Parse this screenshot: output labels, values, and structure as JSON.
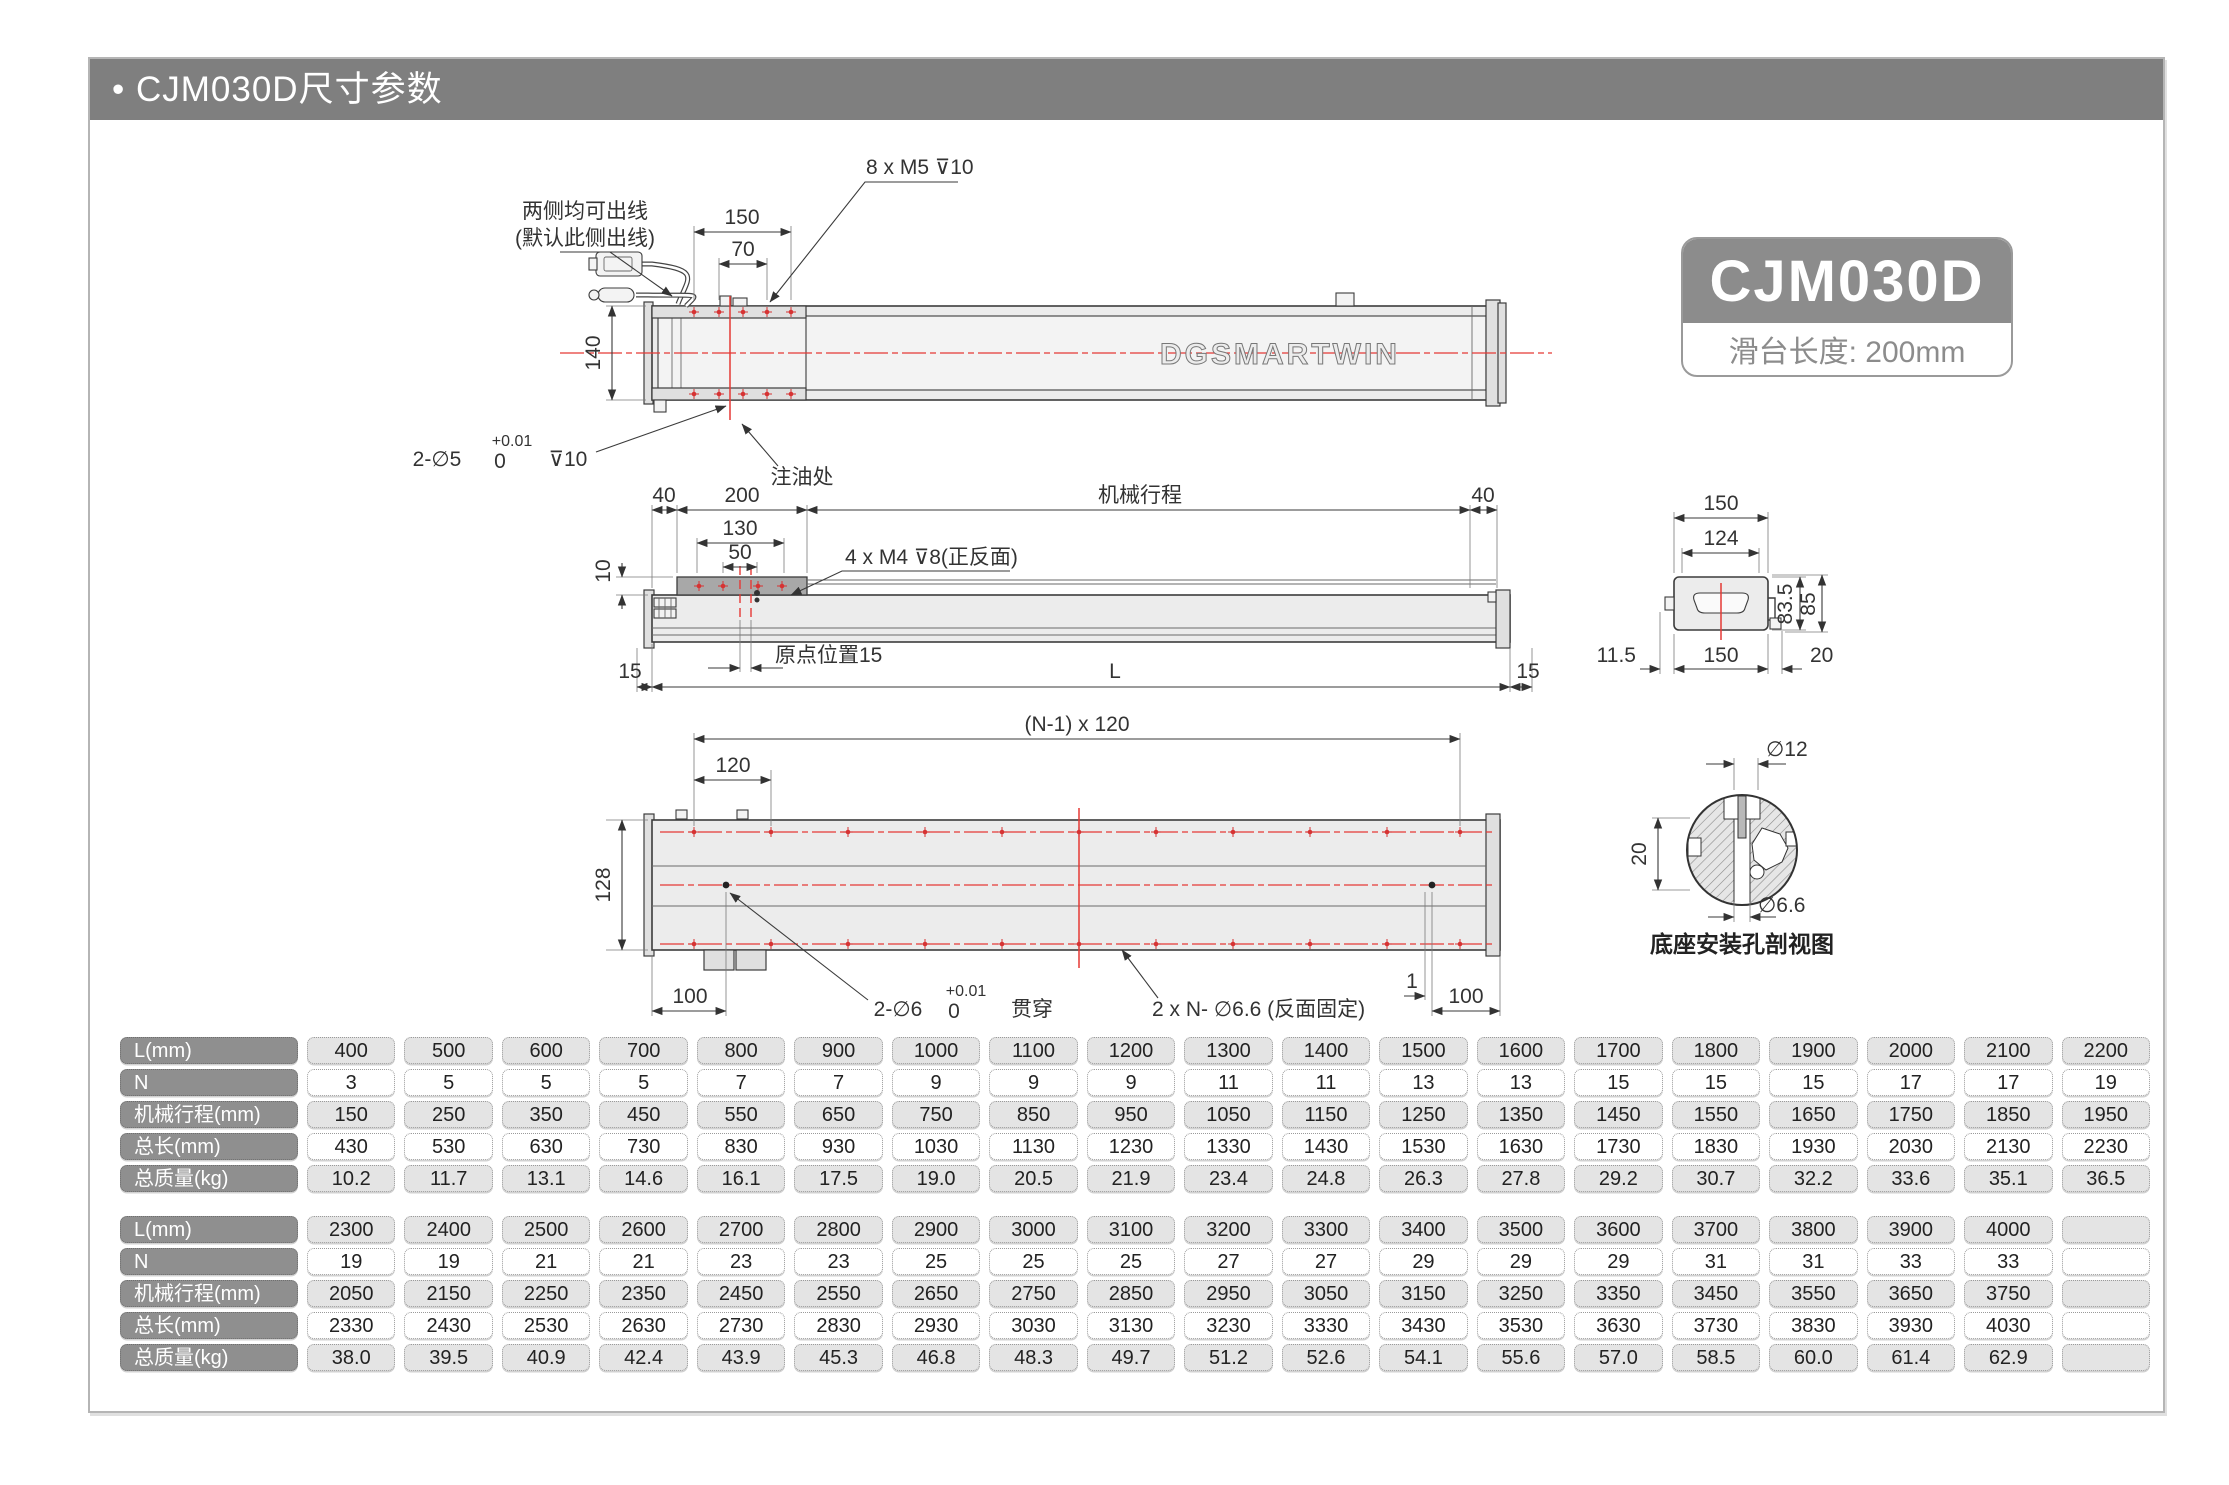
{
  "colors": {
    "accent_red": "#e53935",
    "titlebar_gray": "#7f7f7f",
    "badge_gray": "#8c8c8c",
    "row_label_gray": "#8f8f8f",
    "shaded_cell": "#e4e4e4",
    "line_dark": "#3c3c3c"
  },
  "page": {
    "title": "• CJM030D尺寸参数"
  },
  "badge": {
    "model": "CJM030D",
    "subtitle": "滑台长度: 200mm"
  },
  "drawing": {
    "logo": "DGSMARTWIN",
    "top_view": {
      "note1": "两侧均可出线",
      "note2": "(默认此侧出线)",
      "dim_150": "150",
      "dim_70": "70",
      "thread": "8 x M5  ⊽10",
      "dim_140": "140",
      "hole": "2-∅5",
      "tol_up": "+0.01",
      "tol_dn": "0",
      "depth": "⊽10",
      "oil": "注油处"
    },
    "side_view": {
      "dim_40l": "40",
      "dim_200": "200",
      "stroke": "机械行程",
      "dim_40r": "40",
      "dim_130": "130",
      "dim_50": "50",
      "dim_10": "10",
      "thread": "4 x M4  ⊽8(正反面)",
      "origin": "原点位置15",
      "dim_15l": "15",
      "dim_L": "L",
      "dim_15r": "15"
    },
    "end_view": {
      "dim_150t": "150",
      "dim_124": "124",
      "dim_835": "83.5",
      "dim_85": "85",
      "dim_115": "11.5",
      "dim_150b": "150",
      "dim_20": "20"
    },
    "bottom_view": {
      "span": "(N-1) x 120",
      "dim_120": "120",
      "dim_128": "128",
      "dim_100l": "100",
      "hole": "2-∅6",
      "tol_up": "+0.01",
      "tol_dn": "0",
      "through": "贯穿",
      "holes": "2 x N- ∅6.6 (反面固定)",
      "dim_1": "1",
      "dim_100r": "100"
    },
    "section_detail": {
      "dia12": "∅12",
      "dim_20": "20",
      "dia66": "∅6.6",
      "caption": "底座安装孔剖视图"
    }
  },
  "tables": [
    {
      "rows": [
        {
          "label": "L(mm)",
          "values": [
            "400",
            "500",
            "600",
            "700",
            "800",
            "900",
            "1000",
            "1100",
            "1200",
            "1300",
            "1400",
            "1500",
            "1600",
            "1700",
            "1800",
            "1900",
            "2000",
            "2100",
            "2200"
          ]
        },
        {
          "label": "N",
          "values": [
            "3",
            "5",
            "5",
            "5",
            "7",
            "7",
            "9",
            "9",
            "9",
            "11",
            "11",
            "13",
            "13",
            "15",
            "15",
            "15",
            "17",
            "17",
            "19"
          ]
        },
        {
          "label": "机械行程(mm)",
          "values": [
            "150",
            "250",
            "350",
            "450",
            "550",
            "650",
            "750",
            "850",
            "950",
            "1050",
            "1150",
            "1250",
            "1350",
            "1450",
            "1550",
            "1650",
            "1750",
            "1850",
            "1950"
          ]
        },
        {
          "label": "总长(mm)",
          "values": [
            "430",
            "530",
            "630",
            "730",
            "830",
            "930",
            "1030",
            "1130",
            "1230",
            "1330",
            "1430",
            "1530",
            "1630",
            "1730",
            "1830",
            "1930",
            "2030",
            "2130",
            "2230"
          ]
        },
        {
          "label": "总质量(kg)",
          "values": [
            "10.2",
            "11.7",
            "13.1",
            "14.6",
            "16.1",
            "17.5",
            "19.0",
            "20.5",
            "21.9",
            "23.4",
            "24.8",
            "26.3",
            "27.8",
            "29.2",
            "30.7",
            "32.2",
            "33.6",
            "35.1",
            "36.5"
          ]
        }
      ]
    },
    {
      "rows": [
        {
          "label": "L(mm)",
          "values": [
            "2300",
            "2400",
            "2500",
            "2600",
            "2700",
            "2800",
            "2900",
            "3000",
            "3100",
            "3200",
            "3300",
            "3400",
            "3500",
            "3600",
            "3700",
            "3800",
            "3900",
            "4000",
            ""
          ]
        },
        {
          "label": "N",
          "values": [
            "19",
            "19",
            "21",
            "21",
            "23",
            "23",
            "25",
            "25",
            "25",
            "27",
            "27",
            "29",
            "29",
            "29",
            "31",
            "31",
            "33",
            "33",
            ""
          ]
        },
        {
          "label": "机械行程(mm)",
          "values": [
            "2050",
            "2150",
            "2250",
            "2350",
            "2450",
            "2550",
            "2650",
            "2750",
            "2850",
            "2950",
            "3050",
            "3150",
            "3250",
            "3350",
            "3450",
            "3550",
            "3650",
            "3750",
            ""
          ]
        },
        {
          "label": "总长(mm)",
          "values": [
            "2330",
            "2430",
            "2530",
            "2630",
            "2730",
            "2830",
            "2930",
            "3030",
            "3130",
            "3230",
            "3330",
            "3430",
            "3530",
            "3630",
            "3730",
            "3830",
            "3930",
            "4030",
            ""
          ]
        },
        {
          "label": "总质量(kg)",
          "values": [
            "38.0",
            "39.5",
            "40.9",
            "42.4",
            "43.9",
            "45.3",
            "46.8",
            "48.3",
            "49.7",
            "51.2",
            "52.6",
            "54.1",
            "55.6",
            "57.0",
            "58.5",
            "60.0",
            "61.4",
            "62.9",
            ""
          ]
        }
      ]
    }
  ]
}
